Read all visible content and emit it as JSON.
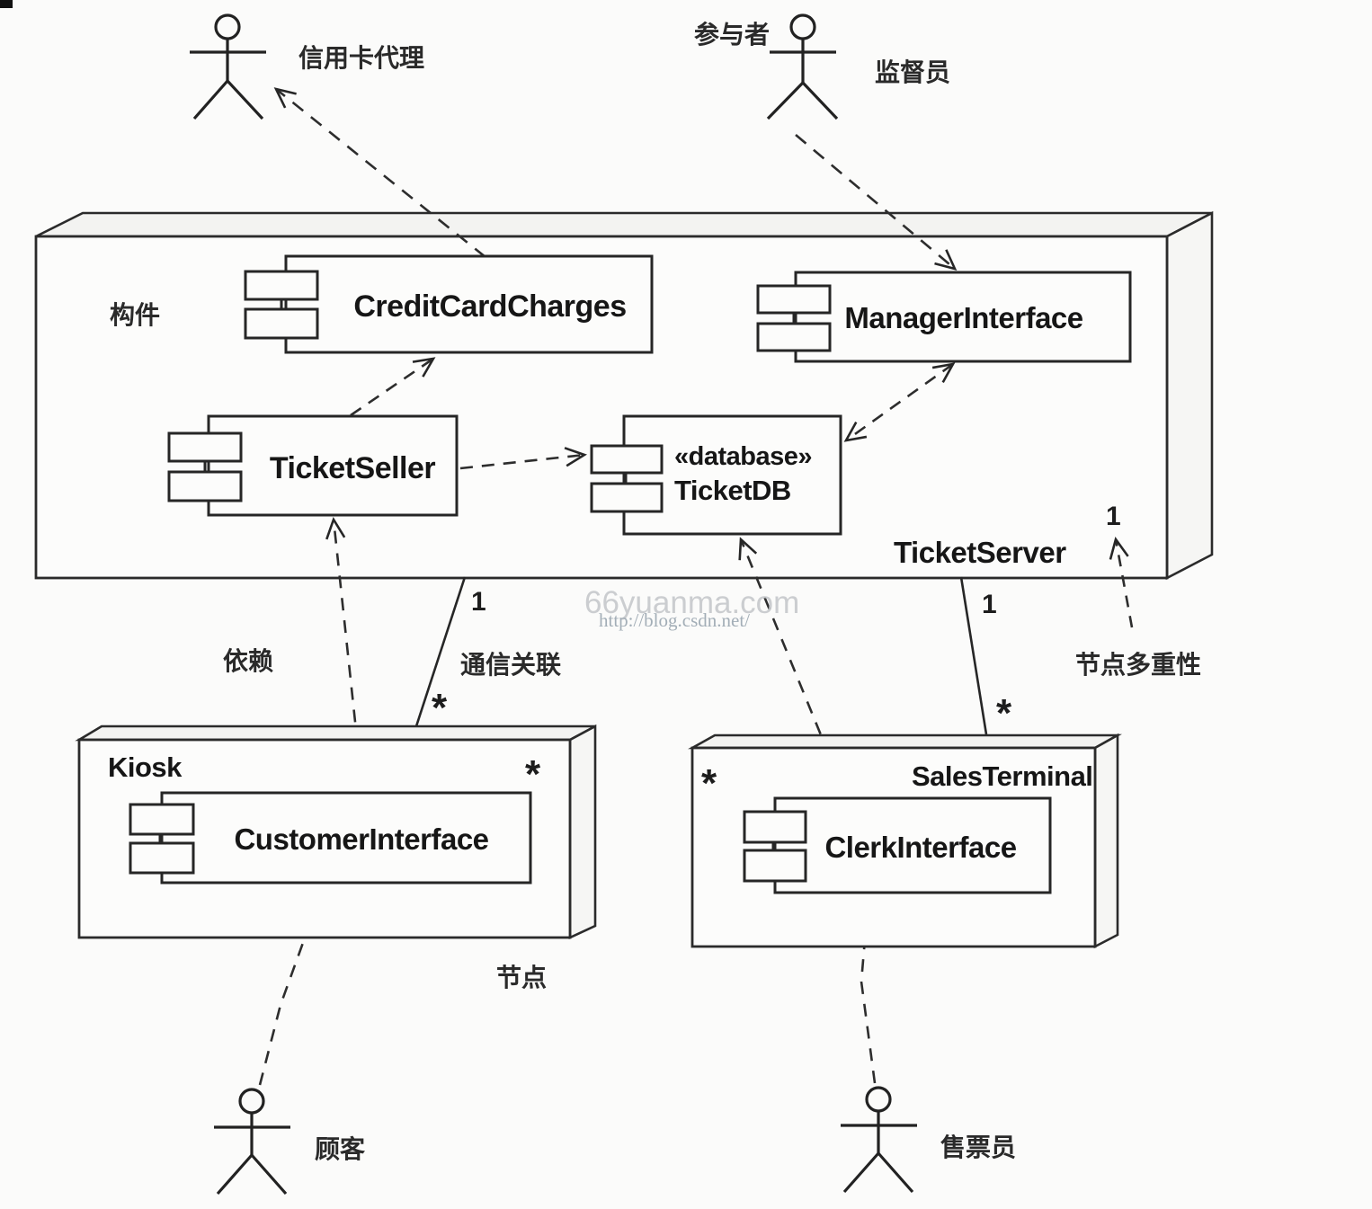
{
  "watermark": {
    "brand": "66yuanma.com",
    "url": "http://blog.csdn.net/"
  },
  "actors": {
    "credit_agent": {
      "label": "信用卡代理"
    },
    "supervisor": {
      "caption": "参与者",
      "label": "监督员"
    },
    "customer": {
      "label": "顾客"
    },
    "clerk": {
      "label": "售票员"
    }
  },
  "nodes": {
    "ticket_server": {
      "name": "TicketServer",
      "component_callout": "构件",
      "multiplicity": "1"
    },
    "kiosk": {
      "name": "Kiosk",
      "multiplicity": "*"
    },
    "sales_terminal": {
      "name": "SalesTerminal",
      "multiplicity": "*"
    }
  },
  "components": {
    "credit_card_charges": {
      "name": "CreditCardCharges"
    },
    "manager_interface": {
      "name": "ManagerInterface"
    },
    "ticket_seller": {
      "name": "TicketSeller"
    },
    "ticket_db": {
      "stereotype": "«database»",
      "name": "TicketDB"
    },
    "customer_interface": {
      "name": "CustomerInterface"
    },
    "clerk_interface": {
      "name": "ClerkInterface"
    }
  },
  "callouts": {
    "dependency": "依赖",
    "communication_association": "通信关联",
    "node_multiplicity": "节点多重性",
    "node": "节点"
  },
  "multiplicities": {
    "kiosk_link_server_end": "1",
    "kiosk_link_node_end": "*",
    "sales_link_server_end": "1",
    "sales_link_node_end": "*"
  }
}
